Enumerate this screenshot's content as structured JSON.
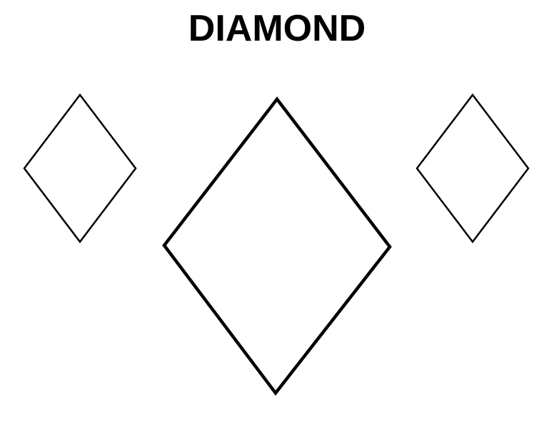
{
  "title": "DIAMOND",
  "shapes": [
    {
      "name": "left-diamond",
      "size": "small"
    },
    {
      "name": "center-diamond",
      "size": "large"
    },
    {
      "name": "right-diamond",
      "size": "small"
    }
  ],
  "colors": {
    "background": "#ffffff",
    "stroke": "#000000"
  }
}
